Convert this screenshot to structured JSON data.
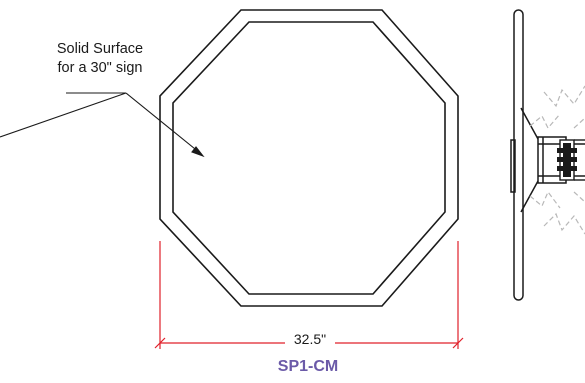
{
  "callout": {
    "line1": "Solid Surface",
    "line2": "for a 30\" sign"
  },
  "dimension": {
    "label": "32.5\""
  },
  "model": {
    "label": "SP1-CM"
  },
  "colors": {
    "line": "#1a1a1a",
    "dimension": "#e0202a",
    "model_text": "#6b5aa8",
    "bracket_gray": "#b8b8b8"
  }
}
